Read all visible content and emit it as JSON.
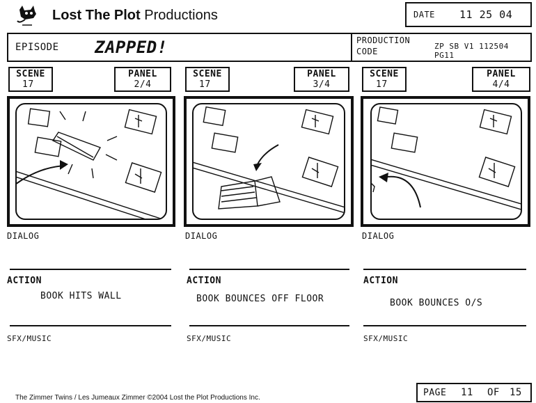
{
  "header": {
    "logo_bold": "Lost The Plot",
    "logo_regular": "Productions",
    "date_label": "DATE",
    "date_value": "11 25 04"
  },
  "episode": {
    "label": "EPISODE",
    "title": "ZAPPED!",
    "production_code_label_line1": "PRODUCTION",
    "production_code_label_line2": "CODE",
    "production_code": "ZP SB V1 112504 PG11"
  },
  "panels": [
    {
      "scene_label": "SCENE",
      "scene_value": "17",
      "panel_label": "PANEL",
      "panel_value": "2/4",
      "dialog_label": "DIALOG",
      "action_label": "ACTION",
      "action_text": "BOOK HITS WALL",
      "sfx_label": "SFX/MUSIC"
    },
    {
      "scene_label": "SCENE",
      "scene_value": "17",
      "panel_label": "PANEL",
      "panel_value": "3/4",
      "dialog_label": "DIALOG",
      "action_label": "ACTION",
      "action_text": "BOOK BOUNCES OFF FLOOR",
      "sfx_label": "SFX/MUSIC"
    },
    {
      "scene_label": "SCENE",
      "scene_value": "17",
      "panel_label": "PANEL",
      "panel_value": "4/4",
      "dialog_label": "DIALOG",
      "action_label": "ACTION",
      "action_text": "BOOK BOUNCES O/S",
      "sfx_label": "SFX/MUSIC"
    }
  ],
  "footer": {
    "copyright": "The Zimmer Twins / Les Jumeaux Zimmer ©2004 Lost the Plot Productions Inc.",
    "page_label": "PAGE",
    "page_value": "11",
    "of_label": "OF",
    "of_value": "15"
  }
}
